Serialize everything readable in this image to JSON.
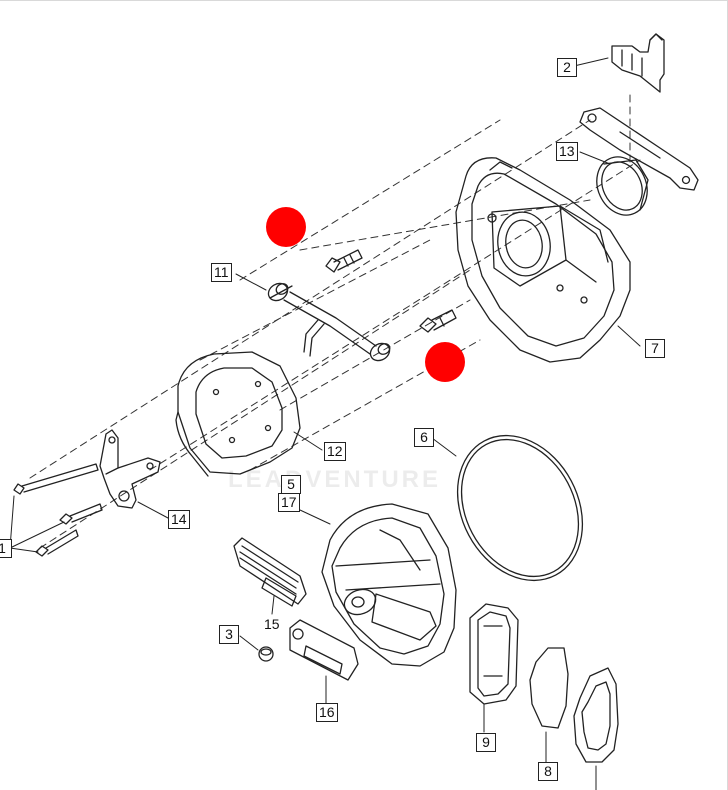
{
  "diagram": {
    "watermark": "LEADVENTURE",
    "markers": [
      "red",
      "red"
    ],
    "marker_color": "#ff0000",
    "callouts": [
      {
        "id": "c2",
        "label": "2",
        "boxed": true
      },
      {
        "id": "c13",
        "label": "13",
        "boxed": true
      },
      {
        "id": "c7",
        "label": "7",
        "boxed": true
      },
      {
        "id": "c11",
        "label": "11",
        "boxed": true
      },
      {
        "id": "c12",
        "label": "12",
        "boxed": true
      },
      {
        "id": "c6",
        "label": "6",
        "boxed": true
      },
      {
        "id": "c5",
        "label": "5",
        "boxed": true
      },
      {
        "id": "c17",
        "label": "17",
        "boxed": true
      },
      {
        "id": "c14",
        "label": "14",
        "boxed": true
      },
      {
        "id": "c1",
        "label": "1",
        "boxed": true
      },
      {
        "id": "c15",
        "label": "15",
        "boxed": false
      },
      {
        "id": "c3",
        "label": "3",
        "boxed": true
      },
      {
        "id": "c16",
        "label": "16",
        "boxed": true
      },
      {
        "id": "c9",
        "label": "9",
        "boxed": true
      },
      {
        "id": "c8",
        "label": "8",
        "boxed": true
      }
    ]
  }
}
